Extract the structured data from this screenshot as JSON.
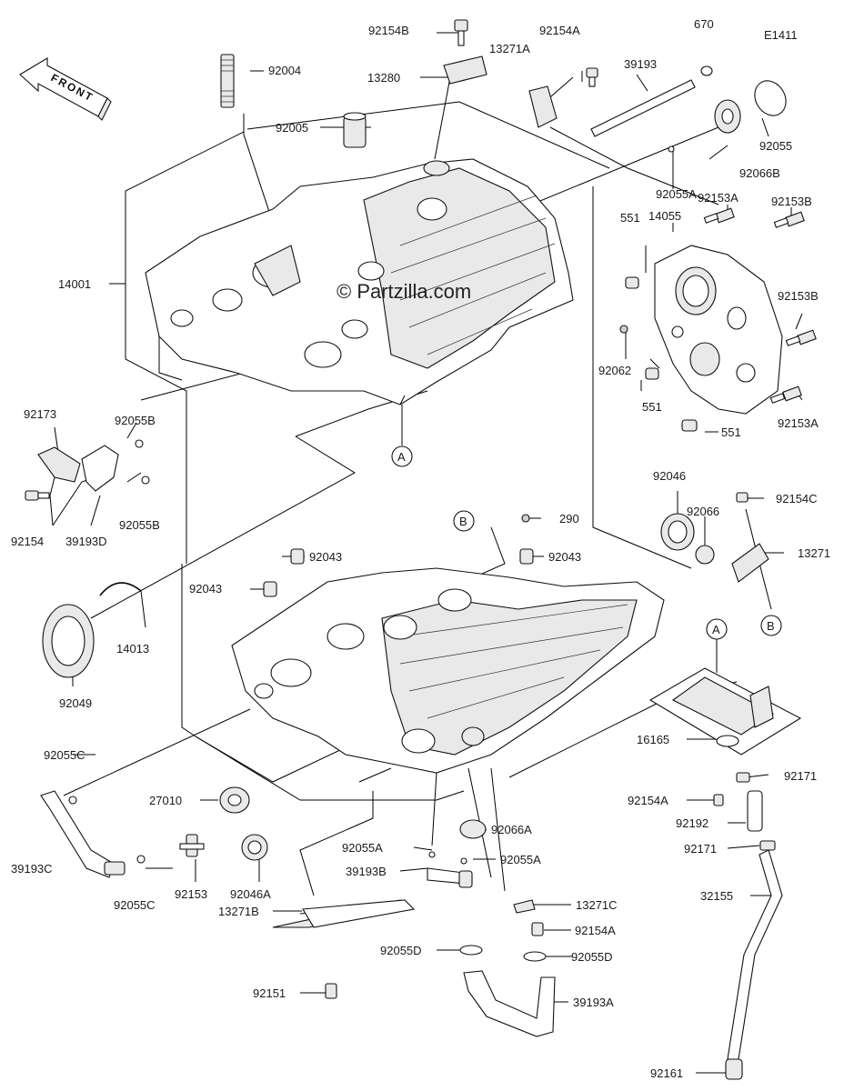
{
  "diagram_code": "E1411",
  "watermark": "© Partzilla.com",
  "front_label": "FRONT",
  "callouts": {
    "A": "A",
    "B": "B"
  },
  "parts": [
    {
      "id": "p92154B",
      "num": "92154B"
    },
    {
      "id": "p92154A_top",
      "num": "92154A"
    },
    {
      "id": "p670",
      "num": "670"
    },
    {
      "id": "p13271A",
      "num": "13271A"
    },
    {
      "id": "p39193",
      "num": "39193"
    },
    {
      "id": "p92004",
      "num": "92004"
    },
    {
      "id": "p13280",
      "num": "13280"
    },
    {
      "id": "p92005",
      "num": "92005"
    },
    {
      "id": "p92055",
      "num": "92055"
    },
    {
      "id": "p92066B",
      "num": "92066B"
    },
    {
      "id": "p92055A_top",
      "num": "92055A"
    },
    {
      "id": "p92153A_top",
      "num": "92153A"
    },
    {
      "id": "p92153B_top",
      "num": "92153B"
    },
    {
      "id": "p14055",
      "num": "14055"
    },
    {
      "id": "p551_a",
      "num": "551"
    },
    {
      "id": "p14001",
      "num": "14001"
    },
    {
      "id": "p92153B_mid",
      "num": "92153B"
    },
    {
      "id": "p92062",
      "num": "92062"
    },
    {
      "id": "p551_b",
      "num": "551"
    },
    {
      "id": "p92153A_mid",
      "num": "92153A"
    },
    {
      "id": "p551_c",
      "num": "551"
    },
    {
      "id": "p92055B_a",
      "num": "92055B"
    },
    {
      "id": "p92173",
      "num": "92173"
    },
    {
      "id": "p92154_left",
      "num": "92154"
    },
    {
      "id": "p39193D",
      "num": "39193D"
    },
    {
      "id": "p92055B_b",
      "num": "92055B"
    },
    {
      "id": "p92046",
      "num": "92046"
    },
    {
      "id": "p92066",
      "num": "92066"
    },
    {
      "id": "p92154C",
      "num": "92154C"
    },
    {
      "id": "p290",
      "num": "290"
    },
    {
      "id": "p92043_a",
      "num": "92043"
    },
    {
      "id": "p92043_b",
      "num": "92043"
    },
    {
      "id": "p92043_c",
      "num": "92043"
    },
    {
      "id": "p13271",
      "num": "13271"
    },
    {
      "id": "p14013",
      "num": "14013"
    },
    {
      "id": "p92049",
      "num": "92049"
    },
    {
      "id": "p16165",
      "num": "16165"
    },
    {
      "id": "p92055C_a",
      "num": "92055C"
    },
    {
      "id": "p92171_a",
      "num": "92171"
    },
    {
      "id": "p27010",
      "num": "27010"
    },
    {
      "id": "p92154A_low",
      "num": "92154A"
    },
    {
      "id": "p92066A",
      "num": "92066A"
    },
    {
      "id": "p92192",
      "num": "92192"
    },
    {
      "id": "p92055A_low1",
      "num": "92055A"
    },
    {
      "id": "p92171_b",
      "num": "92171"
    },
    {
      "id": "p92055A_low2",
      "num": "92055A"
    },
    {
      "id": "p39193C",
      "num": "39193C"
    },
    {
      "id": "p39193B",
      "num": "39193B"
    },
    {
      "id": "p92055C_b",
      "num": "92055C"
    },
    {
      "id": "p92153_low",
      "num": "92153"
    },
    {
      "id": "p92046A",
      "num": "92046A"
    },
    {
      "id": "p32155",
      "num": "32155"
    },
    {
      "id": "p13271C",
      "num": "13271C"
    },
    {
      "id": "p92154A_bot",
      "num": "92154A"
    },
    {
      "id": "p13271B",
      "num": "13271B"
    },
    {
      "id": "p92055D_a",
      "num": "92055D"
    },
    {
      "id": "p92055D_b",
      "num": "92055D"
    },
    {
      "id": "p92151",
      "num": "92151"
    },
    {
      "id": "p39193A",
      "num": "39193A"
    },
    {
      "id": "p92161",
      "num": "92161"
    }
  ]
}
